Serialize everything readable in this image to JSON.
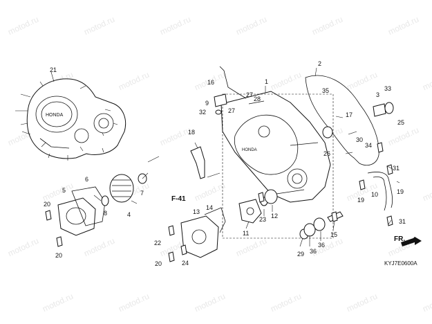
{
  "watermark": "motod.ru",
  "diagram_code": "KYJ7E0600A",
  "reference_label": "F-41",
  "direction_label": "FR.",
  "callouts": [
    "21",
    "2",
    "1",
    "35",
    "3",
    "33",
    "16",
    "28",
    "27",
    "17",
    "9",
    "27",
    "32",
    "25",
    "30",
    "34",
    "18",
    "26",
    "31",
    "7",
    "6",
    "5",
    "8",
    "4",
    "20",
    "20",
    "F-41",
    "14",
    "13",
    "11",
    "23",
    "12",
    "19",
    "10",
    "19",
    "31",
    "22",
    "20",
    "24",
    "15",
    "29",
    "36",
    "36"
  ]
}
